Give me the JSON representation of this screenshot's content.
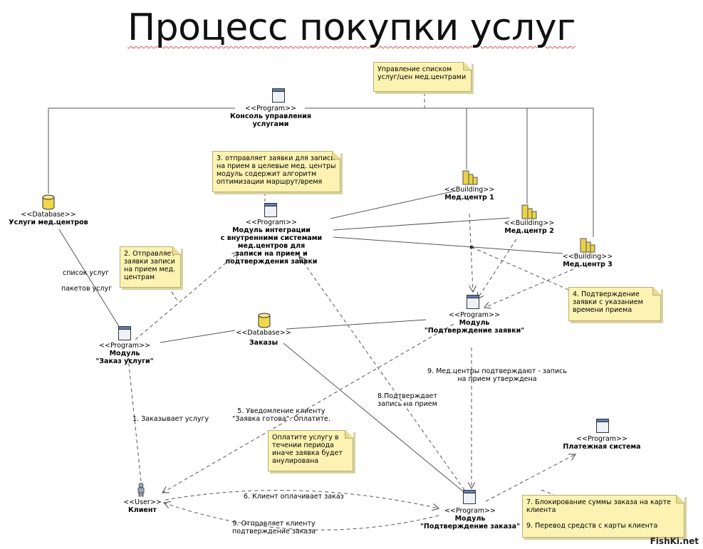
{
  "title": "Процесс покупки услуг",
  "watermark": "FishKi.net",
  "nodes": {
    "console": {
      "stereotype": "<<Program>>",
      "name": "Консоль управления\nуслугами"
    },
    "db_services": {
      "stereotype": "<<Database>>",
      "name": "Услуги мед.центров"
    },
    "integration": {
      "stereotype": "<<Program>>",
      "name": "Модуль интеграции\nс внутренними системами\nмед.центров для\nзаписи на прием и\nподтверждения заявки"
    },
    "mc1": {
      "stereotype": "<<Building>>",
      "name": "Мед.центр 1"
    },
    "mc2": {
      "stereotype": "<<Building>>",
      "name": "Мед.центр 2"
    },
    "mc3": {
      "stereotype": "<<Building>>",
      "name": "Мед.центр 3"
    },
    "order_module": {
      "stereotype": "<<Program>>",
      "name": "Модуль\n\"Заказ услуги\""
    },
    "db_orders": {
      "stereotype": "<<Database>>",
      "name": "Заказы"
    },
    "confirm_request": {
      "stereotype": "<<Program>>",
      "name": "Модуль\n\"Подтверждение заявки\""
    },
    "payment": {
      "stereotype": "<<Program>>",
      "name": "Платежная система"
    },
    "client": {
      "stereotype": "<<User>>",
      "name": "Клиент"
    },
    "confirm_order": {
      "stereotype": "<<Program>>",
      "name": "Модуль\n\"Подтверждение заказа\""
    }
  },
  "notes": {
    "n_manage": "Управление списком\nуслуг/цен мед.центрами",
    "n_3": "3. отправляет заявки для записи\nна прием в целевые мед. центры\nмодуль содержит алгоритм\nоптимизации маршрут/время",
    "n_2": "2. Отправляет\nзаявки записи\nна прием мед.\nцентрам",
    "n_4": "4. Подтверждение\nзаявки с указанием\nвремени приема",
    "n_pay": "Оплатите услугу в\nтечении периода\nиначе заявка будет\nанулирована",
    "n_7": "7. Блокирование суммы заказа на карте\nклиента\n\n9. Перевод средств с карты клиента"
  },
  "labels": {
    "services_list": "список услуг",
    "packages": "пакетов услуг",
    "l1": "1. Заказывает услугу",
    "l5": "5. Уведомление клиенту\n\"Заявка готова\". Оплатите.",
    "l6": "6. Клиент оплачивает заказ",
    "l8": "8.Подтверждает\nзапись на прием",
    "l9a": "9. Мед.центры подтверждают - запись\nна прием утверждена",
    "l9b": "9. Отправляет клиенту\nподтверждение заказа"
  },
  "colors": {
    "note_bg": "#fcf3b2",
    "note_border": "#b8ae78",
    "program_header": "#5b7fb5",
    "database": "#f0d84a",
    "building": "#e9d24a"
  }
}
